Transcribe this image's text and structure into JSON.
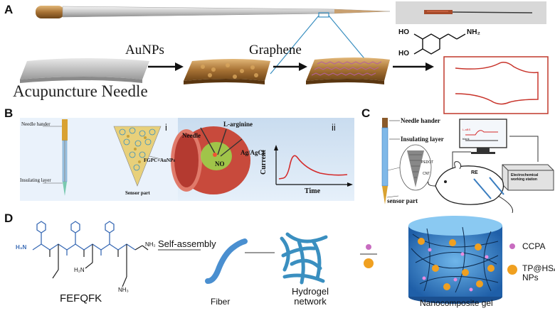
{
  "panels": {
    "a": "A",
    "b": "B",
    "c": "C",
    "d": "D"
  },
  "panel_a": {
    "step1": "AuNPs",
    "step2": "Graphene",
    "base_label": "Acupuncture Needle",
    "molecule_ho1": "HO",
    "molecule_ho2": "HO",
    "molecule_nh2": "NH₂"
  },
  "panel_b": {
    "sub_i": "i",
    "sub_ii": "ii",
    "needle_hander": "Needle hander",
    "insulating_layer": "Insulating layer",
    "sensor_part": "Sensor part",
    "fgpc": "FGPC+AuNPs",
    "needle": "Needle",
    "l_arginine": "L-arginine",
    "ag_agcl": "Ag/AgCl",
    "no": "NO",
    "current": "Current",
    "time": "Time"
  },
  "panel_c": {
    "needle_hander": "Needle hander",
    "insulating_layer": "Insulating layer",
    "sensor_part": "sensor part",
    "pedot": "PEDOT",
    "cnt": "CNT",
    "re": "RE",
    "station": "Electrochemical working station",
    "trace_red": "L-aBS",
    "trace_black": "blank"
  },
  "panel_d": {
    "peptide": "FEFQFK",
    "self_assembly": "Self-assembly",
    "fiber": "Fiber",
    "hydrogel": "Hydrogel network",
    "nanocomposite": "Nanocomposite gel",
    "ccpa": "CCPA",
    "tp_hsa": "TP@HSA NPs",
    "h3n": "H₃N",
    "nh2": "NH₂",
    "nh3": "NH₃",
    "h2n": "H₂N"
  },
  "colors": {
    "gold": "#b8864a",
    "red": "#c8332a",
    "blue": "#3a7dbf",
    "muscle": "#c84a3c",
    "sensor_green": "#7ac943"
  }
}
